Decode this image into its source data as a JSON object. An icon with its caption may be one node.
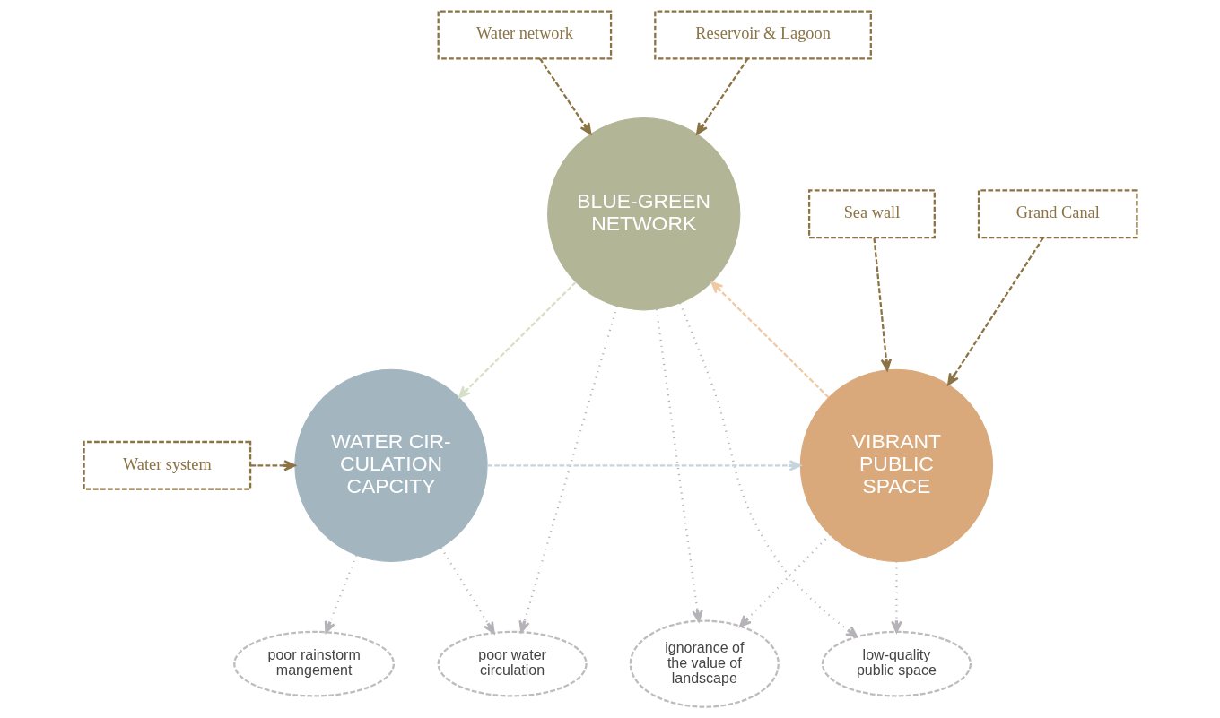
{
  "diagram": {
    "nodes": [
      {
        "text": [
          "Water network"
        ]
      },
      {
        "text": [
          "BLUE-GREEN NETWORK"
        ]
      },
      {
        "text": [
          "poor water circulation"
        ]
      },
      {
        "text": [
          "Reservoir & Lagoon"
        ]
      },
      {
        "text": [
          "Water system"
        ]
      },
      {
        "text": [
          "low-quality public space"
        ]
      },
      {
        "text": [
          "VIBRANT PUBLIC SPACE"
        ]
      },
      {
        "text": [
          "WATER CIR- CULATION CAPCITY"
        ]
      },
      {
        "text": [
          "poor rainstorm mangement"
        ]
      },
      {
        "text": [
          "ignorance of the value of landscape"
        ]
      },
      {
        "text": [
          "Grand Canal"
        ]
      },
      {
        "text": [
          "Sea wall"
        ]
      }
    ],
    "edges": [
      {
        "from": 0,
        "to": 1,
        "arrow": "to",
        "style": "dashed",
        "color": "#8b7345"
      },
      {
        "from": 3,
        "to": 1,
        "arrow": "to",
        "style": "dashed",
        "color": "#8b7345"
      },
      {
        "from": 1,
        "to": 2,
        "arrow": "to"
      },
      {
        "from": 1,
        "to": 7,
        "arrow": "to",
        "style": "dashed",
        "color": "#d8dfc8"
      },
      {
        "from": 4,
        "to": 7,
        "arrow": "to",
        "style": "dashed",
        "color": "#8b7345"
      },
      {
        "from": 7,
        "to": 2,
        "arrow": "to"
      },
      {
        "from": 1,
        "to": 5,
        "arrow": "to"
      },
      {
        "from": 1,
        "to": 9,
        "arrow": "to"
      },
      {
        "from": 6,
        "to": 1,
        "arrow": "to",
        "style": "dashed",
        "color": "#f0c9a5"
      },
      {
        "from": 6,
        "to": 5,
        "arrow": "to"
      },
      {
        "from": 6,
        "to": 9,
        "arrow": "to"
      },
      {
        "from": 7,
        "to": 6,
        "arrow": "to",
        "style": "dashed",
        "color": "#c5d5dc"
      },
      {
        "from": 7,
        "to": 8,
        "arrow": "to"
      },
      {
        "from": 10,
        "to": 6,
        "arrow": "to",
        "style": "dashed",
        "color": "#8b7345"
      },
      {
        "from": 11,
        "to": 6,
        "arrow": "to",
        "style": "dashed",
        "color": "#8b7345"
      }
    ]
  }
}
